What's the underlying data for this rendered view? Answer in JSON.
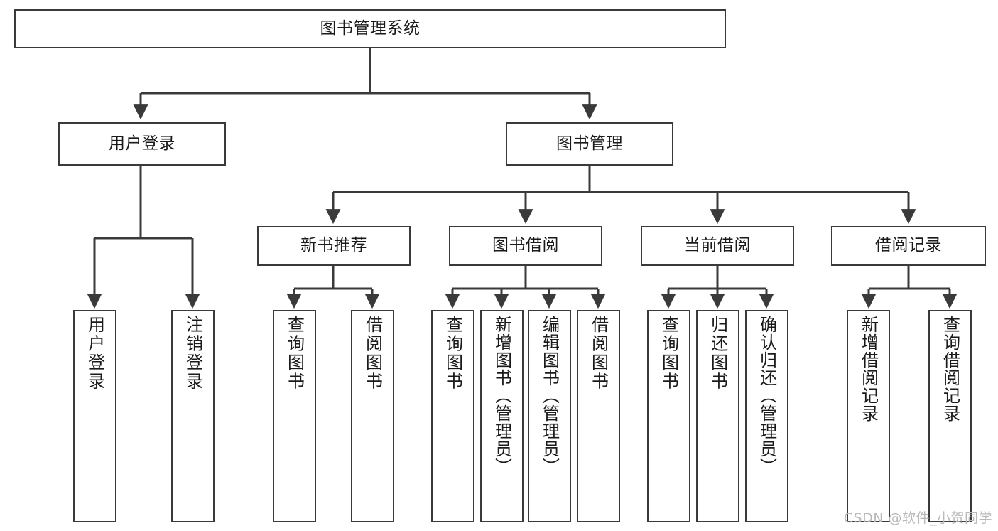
{
  "diagram": {
    "title": "图书管理系统",
    "type": "tree-hierarchy",
    "root": {
      "label": "图书管理系统"
    },
    "level2": [
      {
        "label": "用户登录"
      },
      {
        "label": "图书管理"
      }
    ],
    "level3": [
      {
        "label": "新书推荐"
      },
      {
        "label": "图书借阅"
      },
      {
        "label": "当前借阅"
      },
      {
        "label": "借阅记录"
      }
    ],
    "leaves": {
      "user_login": [
        {
          "label": "用户登录"
        },
        {
          "label": "注销登录"
        }
      ],
      "new_book_recommend": [
        {
          "label": "查询图书"
        },
        {
          "label": "借阅图书"
        }
      ],
      "book_borrow": [
        {
          "label": "查询图书"
        },
        {
          "label": "新增图书（管理员）"
        },
        {
          "label": "编辑图书（管理员）"
        },
        {
          "label": "借阅图书"
        }
      ],
      "current_borrow": [
        {
          "label": "查询图书"
        },
        {
          "label": "归还图书"
        },
        {
          "label": "确认归还（管理员）"
        }
      ],
      "borrow_record": [
        {
          "label": "新增借阅记录"
        },
        {
          "label": "查询借阅记录"
        }
      ]
    }
  },
  "watermark": {
    "text": "CSDN @软件_小贺同学"
  },
  "colors": {
    "background": "#ffffff",
    "node_fill": "#ffffff",
    "node_border": "#3a3a3a",
    "edge": "#3a3a3a",
    "text": "#1a1a1a",
    "watermark": "#b9b9b9"
  }
}
